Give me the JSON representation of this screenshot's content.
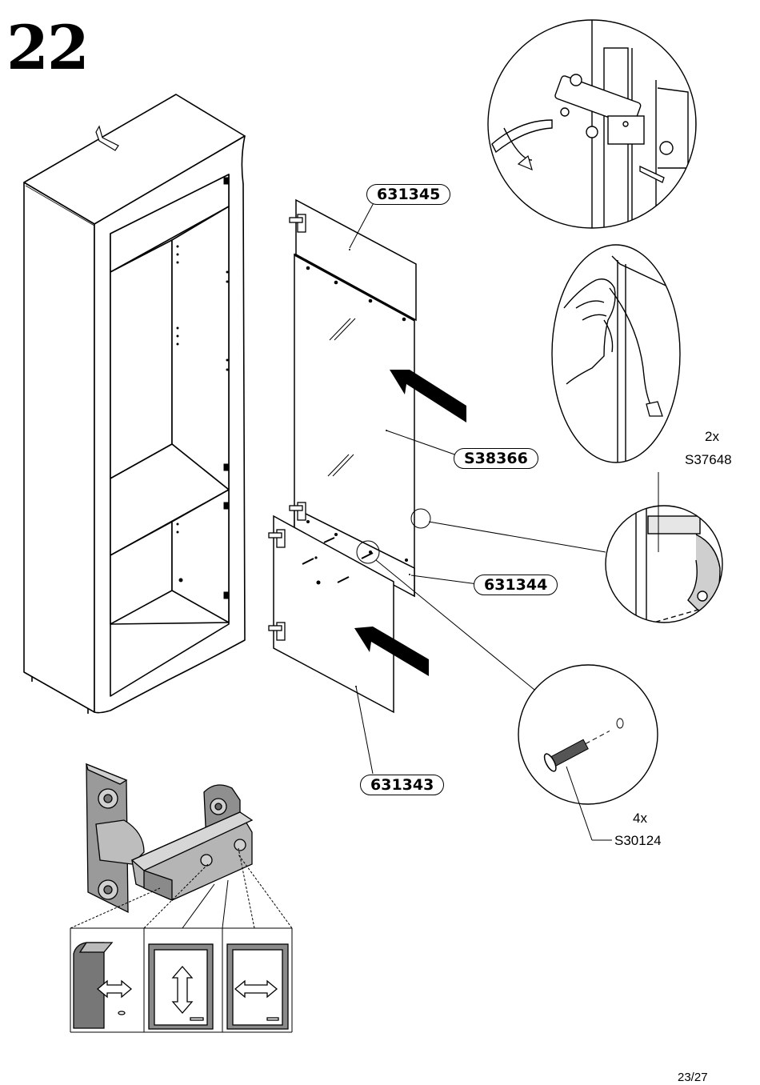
{
  "step_number": "22",
  "part_labels": {
    "top_panel": "631345",
    "glass_door": "S38366",
    "middle_panel": "631344",
    "lower_door": "631343"
  },
  "hardware": {
    "handle_qty": "2x",
    "handle_code": "S37648",
    "screw_qty": "4x",
    "screw_code": "S30124"
  },
  "page_number": "23/27"
}
